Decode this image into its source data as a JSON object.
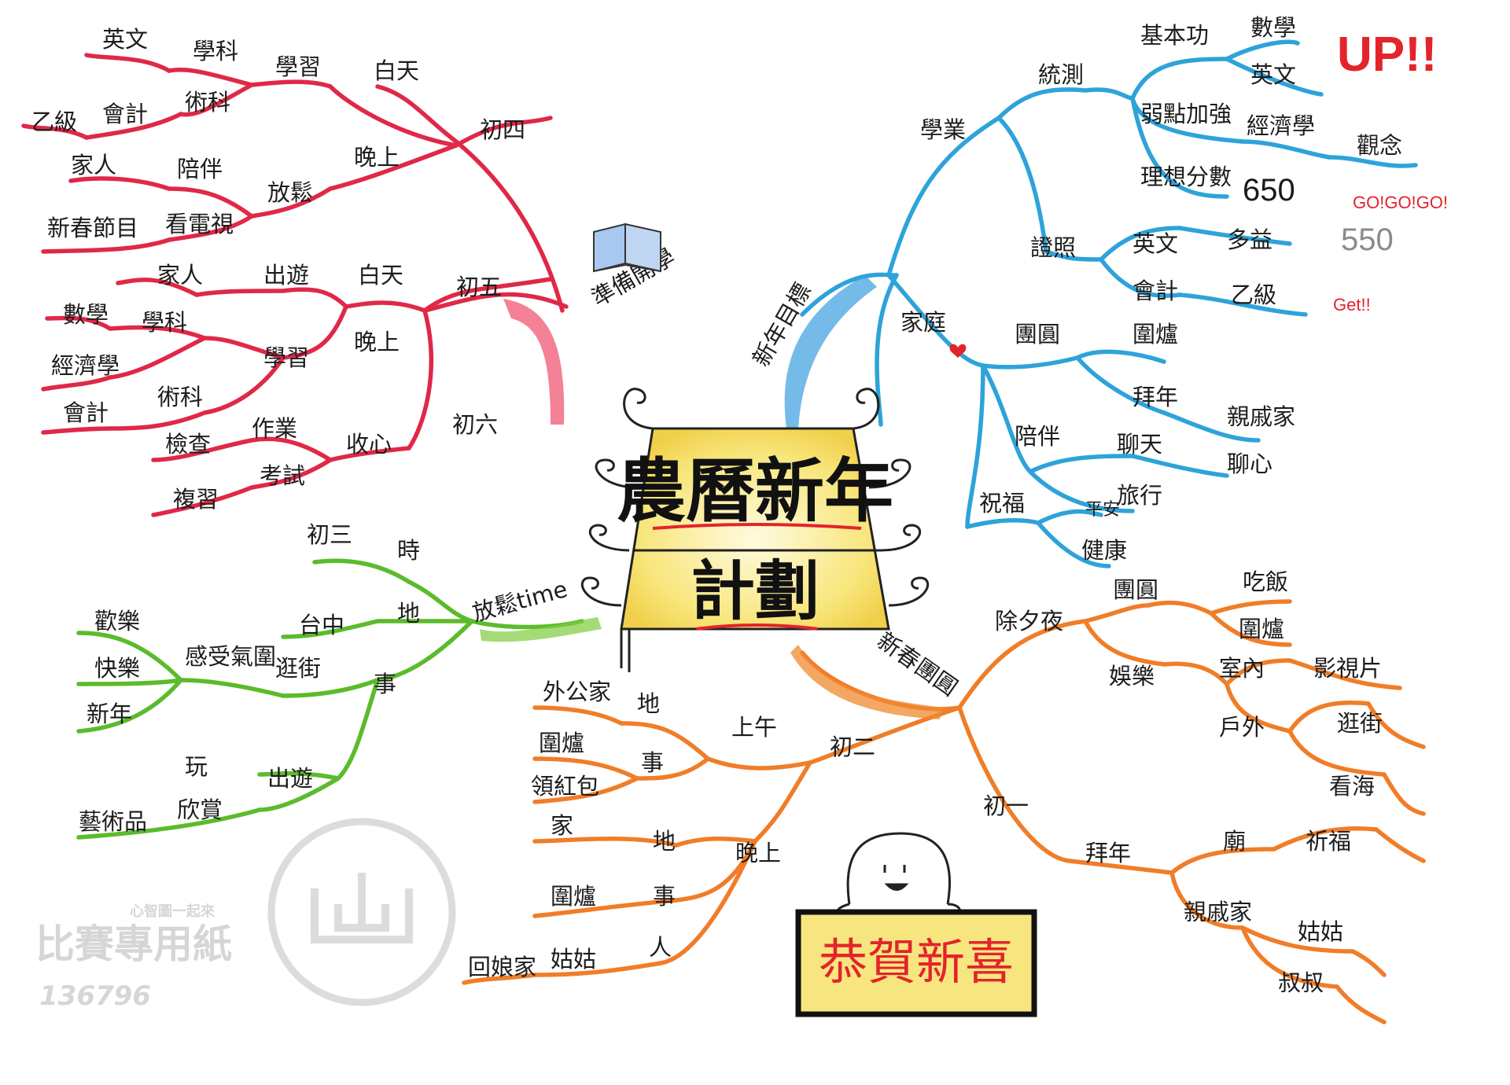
{
  "title": "農曆新年",
  "subtitle": "計劃",
  "banner": "恭賀新喜",
  "stamp": {
    "brand": "比賽專用紙",
    "tagline": "心智圖一起來",
    "code": "136796"
  },
  "colors": {
    "red": "#e02847",
    "blue": "#2ea3d9",
    "green": "#5bbb2c",
    "orange": "#f07d28",
    "accent_red": "#e3242b",
    "gray": "#8a8a8a",
    "center_fill": "#f6e37a"
  },
  "branches": {
    "red": {
      "label": "準備開學",
      "icon": "open-book-icon",
      "children": [
        {
          "label": "初四",
          "children": [
            {
              "label": "白天",
              "children": [
                {
                  "label": "學習",
                  "children": [
                    {
                      "label": "學科",
                      "children": [
                        {
                          "label": "英文"
                        }
                      ]
                    },
                    {
                      "label": "術科",
                      "children": [
                        {
                          "label": "會計",
                          "children": [
                            {
                              "label": "乙級"
                            }
                          ]
                        }
                      ]
                    }
                  ]
                }
              ]
            },
            {
              "label": "晚上",
              "children": [
                {
                  "label": "放鬆",
                  "children": [
                    {
                      "label": "陪伴",
                      "children": [
                        {
                          "label": "家人"
                        }
                      ]
                    },
                    {
                      "label": "看電視",
                      "children": [
                        {
                          "label": "新春節目"
                        }
                      ]
                    }
                  ]
                }
              ]
            }
          ]
        },
        {
          "label": "初五",
          "children": [
            {
              "label": "白天",
              "children": [
                {
                  "label": "出遊",
                  "children": [
                    {
                      "label": "家人"
                    }
                  ]
                }
              ]
            },
            {
              "label": "晚上",
              "children": [
                {
                  "label": "學習",
                  "children": [
                    {
                      "label": "學科",
                      "children": [
                        {
                          "label": "數學"
                        },
                        {
                          "label": "經濟學"
                        }
                      ]
                    },
                    {
                      "label": "術科",
                      "children": [
                        {
                          "label": "會計"
                        }
                      ]
                    }
                  ]
                }
              ]
            }
          ]
        },
        {
          "label": "初六",
          "children": [
            {
              "label": "收心",
              "children": [
                {
                  "label": "作業",
                  "children": [
                    {
                      "label": "檢查"
                    }
                  ]
                },
                {
                  "label": "考試",
                  "children": [
                    {
                      "label": "複習"
                    }
                  ]
                }
              ]
            }
          ]
        }
      ]
    },
    "blue": {
      "label": "新年目標",
      "children": [
        {
          "label": "學業",
          "children": [
            {
              "label": "統測",
              "children": [
                {
                  "label": "基本功",
                  "children": [
                    {
                      "label": "數學"
                    },
                    {
                      "label": "英文"
                    }
                  ]
                },
                {
                  "label": "弱點加強",
                  "children": [
                    {
                      "label": "經濟學",
                      "children": [
                        {
                          "label": "觀念"
                        }
                      ]
                    }
                  ]
                },
                {
                  "label": "理想分數",
                  "children": [
                    {
                      "label": "650"
                    }
                  ]
                }
              ]
            },
            {
              "label": "證照",
              "children": [
                {
                  "label": "英文",
                  "children": [
                    {
                      "label": "多益",
                      "children": [
                        {
                          "label": "550"
                        }
                      ]
                    }
                  ]
                },
                {
                  "label": "會計",
                  "children": [
                    {
                      "label": "乙級"
                    }
                  ]
                }
              ]
            }
          ]
        },
        {
          "label": "家庭",
          "children": [
            {
              "label": "團圓",
              "children": [
                {
                  "label": "圍爐"
                },
                {
                  "label": "拜年",
                  "children": [
                    {
                      "label": "親戚家"
                    }
                  ]
                }
              ]
            },
            {
              "label": "陪伴",
              "children": [
                {
                  "label": "聊天",
                  "children": [
                    {
                      "label": "聊心"
                    }
                  ]
                },
                {
                  "label": "旅行"
                }
              ]
            },
            {
              "label": "祝福",
              "children": [
                {
                  "label": "平安"
                },
                {
                  "label": "健康"
                }
              ]
            }
          ]
        }
      ],
      "notes": {
        "up": "UP!!",
        "go": "GO!GO!GO!",
        "get": "Get!!"
      }
    },
    "green": {
      "label": "放鬆time",
      "children": [
        {
          "label": "時",
          "children": [
            {
              "label": "初三"
            }
          ]
        },
        {
          "label": "地",
          "children": [
            {
              "label": "台中"
            }
          ]
        },
        {
          "label": "事",
          "children": [
            {
              "label": "逛街",
              "children": [
                {
                  "label": "感受氣圍",
                  "children": [
                    {
                      "label": "歡樂"
                    },
                    {
                      "label": "快樂"
                    },
                    {
                      "label": "新年"
                    }
                  ]
                }
              ]
            },
            {
              "label": "出遊",
              "children": [
                {
                  "label": "玩"
                },
                {
                  "label": "欣賞",
                  "children": [
                    {
                      "label": "藝術品"
                    }
                  ]
                }
              ]
            }
          ]
        }
      ]
    },
    "orange": {
      "label": "新春團圓",
      "children": [
        {
          "label": "除夕夜",
          "children": [
            {
              "label": "團圓",
              "children": [
                {
                  "label": "吃飯"
                },
                {
                  "label": "圍爐"
                }
              ]
            },
            {
              "label": "娛樂",
              "children": [
                {
                  "label": "室內",
                  "children": [
                    {
                      "label": "影視片"
                    }
                  ]
                },
                {
                  "label": "戶外",
                  "children": [
                    {
                      "label": "逛街"
                    },
                    {
                      "label": "看海"
                    }
                  ]
                }
              ]
            }
          ]
        },
        {
          "label": "初一",
          "children": [
            {
              "label": "拜年",
              "children": [
                {
                  "label": "廟",
                  "children": [
                    {
                      "label": "祈福"
                    }
                  ]
                },
                {
                  "label": "親戚家",
                  "children": [
                    {
                      "label": "姑姑"
                    },
                    {
                      "label": "叔叔"
                    }
                  ]
                }
              ]
            }
          ]
        },
        {
          "label": "初二",
          "children": [
            {
              "label": "上午",
              "children": [
                {
                  "label": "地",
                  "children": [
                    {
                      "label": "外公家"
                    }
                  ]
                },
                {
                  "label": "事",
                  "children": [
                    {
                      "label": "圍爐"
                    },
                    {
                      "label": "領紅包"
                    }
                  ]
                }
              ]
            },
            {
              "label": "晚上",
              "children": [
                {
                  "label": "地",
                  "children": [
                    {
                      "label": "家"
                    }
                  ]
                },
                {
                  "label": "事",
                  "children": [
                    {
                      "label": "圍爐"
                    }
                  ]
                },
                {
                  "label": "人",
                  "children": [
                    {
                      "label": "姑姑",
                      "children": [
                        {
                          "label": "回娘家"
                        }
                      ]
                    }
                  ]
                }
              ]
            }
          ]
        }
      ]
    }
  }
}
